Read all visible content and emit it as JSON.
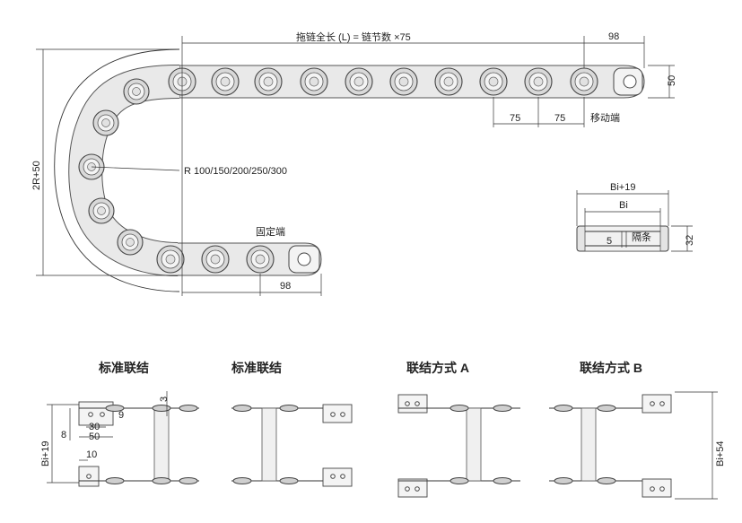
{
  "main_view": {
    "total_length_label": "拖链全长 (L) = 链节数 ×75",
    "end_length_top": "98",
    "height_right": "50",
    "pitch_1": "75",
    "pitch_2": "75",
    "moving_end": "移动端",
    "radius_label": "R 100/150/200/250/300",
    "height_left": "2R+50",
    "fixed_end": "固定端",
    "end_length_bottom": "98"
  },
  "section_view": {
    "outer_width": "Bi+19",
    "inner_width": "Bi",
    "spacer_dim": "5",
    "spacer_label": "隔条",
    "height": "32"
  },
  "connections": [
    {
      "title": "标准联结",
      "side_dim": "Bi+19",
      "dims": {
        "d8": "8",
        "d30": "30",
        "d50": "50",
        "d9": "9",
        "d3": "3",
        "d10": "10"
      }
    },
    {
      "title": "标准联结"
    },
    {
      "title": "联结方式 A"
    },
    {
      "title": "联结方式 B",
      "side_dim": "Bi+54"
    }
  ]
}
